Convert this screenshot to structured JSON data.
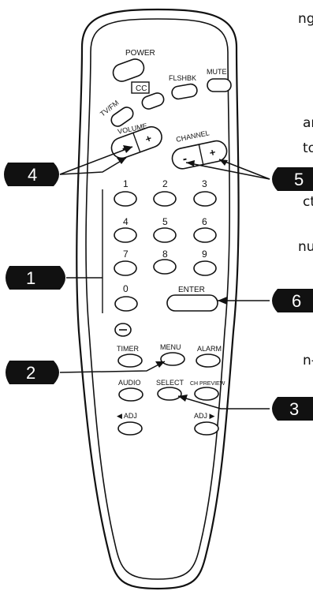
{
  "left_text_fragments": [
    "ng",
    "ar-",
    "to",
    "ct",
    "nu.",
    "n-"
  ],
  "labels": {
    "power": "POWER",
    "cc": "CC",
    "flshbk": "FLSHBK",
    "mute": "MUTE",
    "tvfm": "TV/FM",
    "volume": "VOLUME",
    "vol_minus": "-",
    "vol_plus": "+",
    "channel": "CHANNEL",
    "ch_minus": "-",
    "ch_plus": "+",
    "digits": [
      "1",
      "2",
      "3",
      "4",
      "5",
      "6",
      "7",
      "8",
      "9",
      "0"
    ],
    "enter": "ENTER",
    "dash": "—",
    "timer": "TIMER",
    "menu": "MENU",
    "alarm": "ALARM",
    "audio": "AUDIO",
    "select": "SELECT",
    "chpreview": "CH PREVIEW",
    "adj_left": "◀ ADJ",
    "adj_right": "ADJ ▶"
  },
  "callouts": [
    "4",
    "5",
    "1",
    "6",
    "2",
    "3"
  ],
  "colors": {
    "callout_fill": "#111111",
    "line": "#111111",
    "background": "#ffffff"
  }
}
